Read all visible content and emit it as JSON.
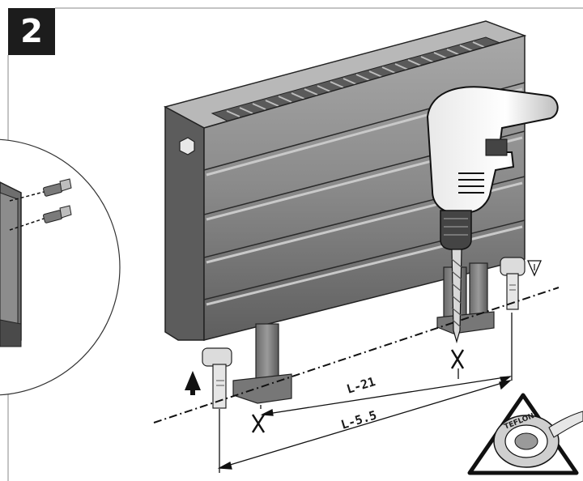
{
  "step_number": "2",
  "dimensions": {
    "inner": "L-21",
    "outer": "L-5.5"
  },
  "teflon_tape": {
    "brand_label": "TEFLON"
  },
  "colors": {
    "radiator_body": "#7d7d7d",
    "radiator_light": "#9c9c9c",
    "radiator_dark": "#4d4d4d",
    "outline": "#1a1a1a",
    "background": "#ffffff"
  },
  "icons": [
    "radiator",
    "drill",
    "screw",
    "drill-mark",
    "water-flow-arrow",
    "teflon-tape-warning"
  ]
}
